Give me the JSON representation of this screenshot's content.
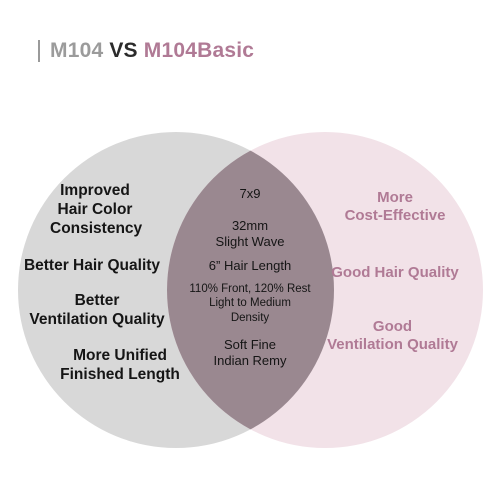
{
  "title": {
    "left": "M104",
    "sep": "VS",
    "right": "M104Basic"
  },
  "colors": {
    "bar": "#9a9a9a",
    "left_text": "#9b9b9b",
    "sep_text": "#2b2b2b",
    "right_text": "#b07a95",
    "left_circle": "#d8d8d8",
    "right_circle": "#f2e2e8",
    "overlap": "#9a8890",
    "left_label": "#151515",
    "right_label": "#b07a95",
    "mid_label": "#151515"
  },
  "venn": {
    "left_items": [
      [
        "Improved",
        "Hair Color",
        "Consistency"
      ],
      [
        "Better Hair Quality"
      ],
      [
        "Better",
        "Ventilation Quality"
      ],
      [
        "More Unified",
        "Finished Length"
      ]
    ],
    "right_items": [
      [
        "More",
        "Cost-Effective"
      ],
      [
        "Good Hair Quality"
      ],
      [
        "Good",
        "Ventilation Quality"
      ]
    ],
    "shared_items": [
      [
        "7x9"
      ],
      [
        "32mm",
        "Slight Wave"
      ],
      [
        "6” Hair Length"
      ],
      [
        "110% Front, 120% Rest",
        "Light to Medium",
        "Density"
      ],
      [
        "Soft Fine",
        "Indian Remy"
      ]
    ]
  }
}
